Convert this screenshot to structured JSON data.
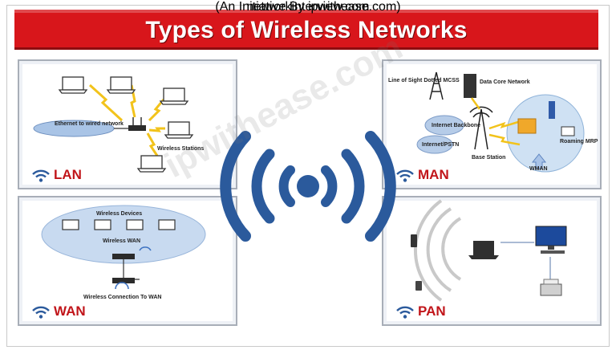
{
  "title": "Types of Wireless Networks",
  "panels": {
    "lan": {
      "label": "LAN",
      "ethernet_text": "Ethernet to wired network",
      "stations_text": "Wireless Stations"
    },
    "man": {
      "label": "MAN",
      "line_of_sight_text": "Line of Sight Dotted MCSS",
      "data_core_text": "Data Core Network",
      "internet_backbone_text": "Internet Backbone",
      "internet_pstn_text": "Internet/PSTN",
      "base_station_text": "Base Station",
      "roaming_text": "Roaming MRP",
      "wman_text": "WMAN"
    },
    "wan": {
      "label": "WAN",
      "devices_text": "Wireless Devices",
      "wireless_wan_text": "Wireless WAN",
      "connection_text": "Wireless Connection To WAN"
    },
    "pan": {
      "label": "PAN"
    }
  },
  "footer": {
    "site": "networkinterview.com",
    "subtitle": "(An Initiative By ipwithease.com)"
  },
  "watermark": "ipwithease.com",
  "colors": {
    "title_bg": "#d8161b",
    "label_red": "#c1151a",
    "wifi_blue": "#2b5a9c",
    "footer_blue": "#1a1a8a"
  }
}
